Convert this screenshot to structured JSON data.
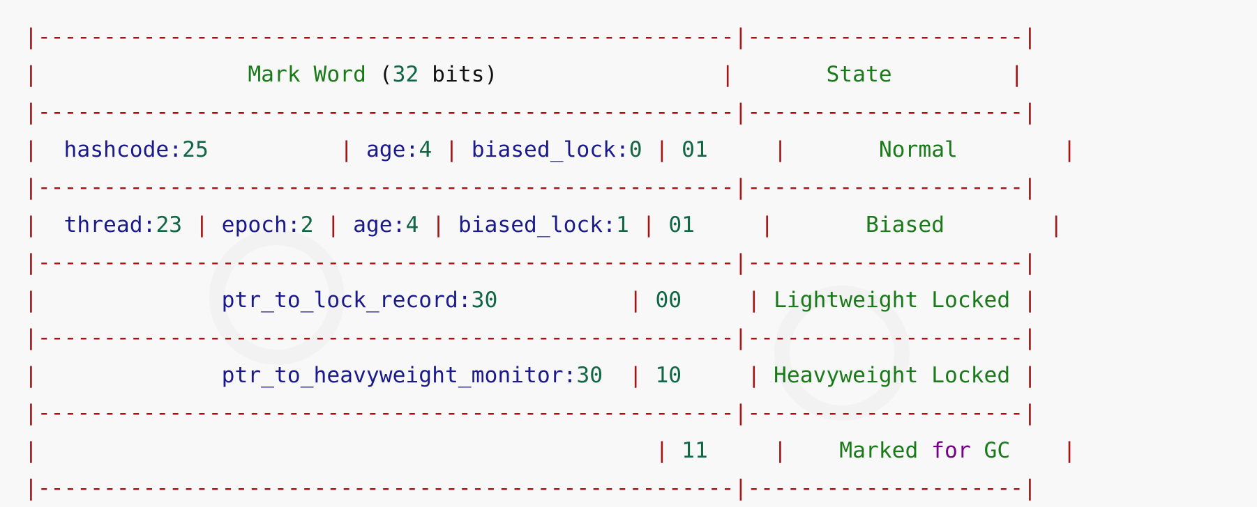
{
  "table": {
    "separator": "|-----------------------------------------------------|---------------------|",
    "header": {
      "title_words": [
        "Mark",
        "Word"
      ],
      "bits_open": "(",
      "bits_num": "32",
      "bits_word": "bits",
      "bits_close": ")",
      "state": "State"
    },
    "rows": [
      {
        "hashcode_label": "hashcode:",
        "hashcode_bits": "25",
        "age_label": "age:",
        "age_bits": "4",
        "biased_label": "biased_lock:",
        "biased_bits": "0",
        "tag": "01",
        "state": "Normal"
      },
      {
        "thread_label": "thread:",
        "thread_bits": "23",
        "epoch_label": "epoch:",
        "epoch_bits": "2",
        "age_label": "age:",
        "age_bits": "4",
        "biased_label": "biased_lock:",
        "biased_bits": "1",
        "tag": "01",
        "state": "Biased"
      },
      {
        "ptr_label": "ptr_to_lock_record:",
        "ptr_bits": "30",
        "tag": "00",
        "state_words": [
          "Lightweight",
          "Locked"
        ]
      },
      {
        "ptr_label": "ptr_to_heavyweight_monitor:",
        "ptr_bits": "30",
        "tag": "10",
        "state_words": [
          "Heavyweight",
          "Locked"
        ]
      },
      {
        "tag": "11",
        "state_word1": "Marked",
        "state_word2": "for",
        "state_word3": "GC"
      }
    ]
  }
}
